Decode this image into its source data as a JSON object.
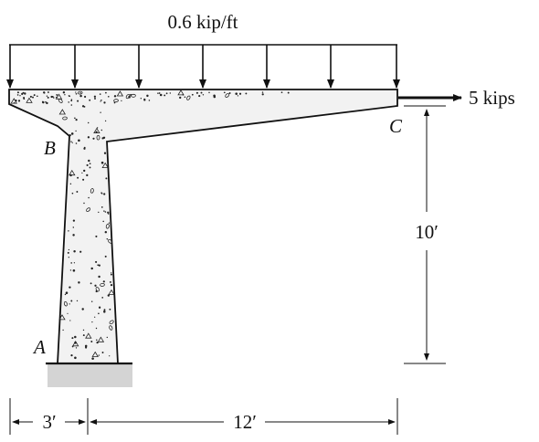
{
  "load": {
    "distributed_label": "0.6 kip/ft",
    "point_label": "5 kips"
  },
  "points": {
    "a": "A",
    "b": "B",
    "c": "C"
  },
  "dimensions": {
    "height": "10′",
    "left_span": "3′",
    "right_span": "12′"
  },
  "colors": {
    "concrete": "#f2f2f2",
    "stroke": "#111111",
    "ground": "#d4d4d4"
  }
}
